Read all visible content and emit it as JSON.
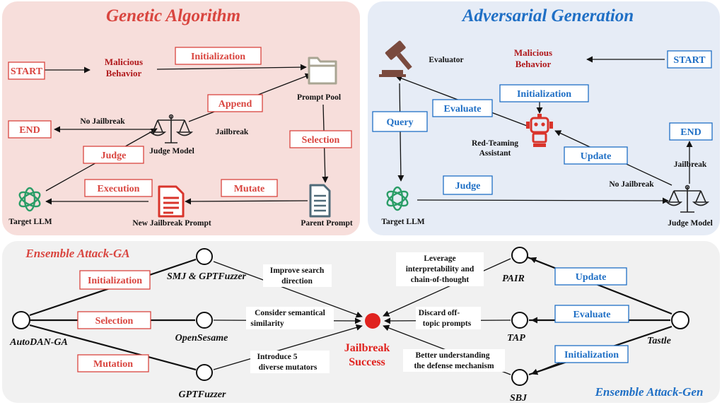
{
  "colors": {
    "ga_panel": "#f7dedb",
    "gen_panel": "#e6ecf6",
    "ensemble_panel": "#f1f1f1",
    "red": "#d9453f",
    "dark_red": "#b0181b",
    "blue": "#1f6fc5",
    "success_dot": "#e0231f",
    "white_box": "#ffffff"
  },
  "ga_panel": {
    "title": "Genetic Algorithm",
    "start": "START",
    "end": "END",
    "malicious_line1": "Malicious",
    "malicious_line2": "Behavior",
    "initialization": "Initialization",
    "append": "Append",
    "selection": "Selection",
    "judge": "Judge",
    "execution": "Execution",
    "mutate": "Mutate",
    "prompt_pool": "Prompt Pool",
    "no_jailbreak": "No Jailbreak",
    "jailbreak": "Jailbreak",
    "judge_model": "Judge Model",
    "target_llm": "Target LLM",
    "new_jailbreak_prompt": "New Jailbreak Prompt",
    "parent_prompt": "Parent Prompt",
    "icons": [
      "folder-icon",
      "scales-icon",
      "openai-icon",
      "document-icon"
    ]
  },
  "gen_panel": {
    "title": "Adversarial Generation",
    "evaluator": "Evaluator",
    "malicious_line1": "Malicious",
    "malicious_line2": "Behavior",
    "start": "START",
    "initialization": "Initialization",
    "evaluate": "Evaluate",
    "query": "Query",
    "red_team_line1": "Red-Teaming",
    "red_team_line2": "Assistant",
    "update": "Update",
    "end": "END",
    "jailbreak": "Jailbreak",
    "judge": "Judge",
    "no_jailbreak": "No Jailbreak",
    "target_llm": "Target LLM",
    "judge_model": "Judge Model",
    "icons": [
      "gavel-icon",
      "robot-icon",
      "openai-icon",
      "scales-icon"
    ]
  },
  "ensemble": {
    "title_ga": "Ensemble Attack-GA",
    "title_gen": "Ensemble Attack-Gen",
    "autodan": "AutoDAN-GA",
    "smj": "SMJ & GPTFuzzer",
    "opensesame": "OpenSesame",
    "gptfuzzer": "GPTFuzzer",
    "tastle": "Tastle",
    "pair": "PAIR",
    "tap": "TAP",
    "sbj": "SBJ",
    "box_init_ga": "Initialization",
    "box_sel_ga": "Selection",
    "box_mut_ga": "Mutation",
    "box_update": "Update",
    "box_evaluate": "Evaluate",
    "box_init_gen": "Initialization",
    "success_line1": "Jailbreak",
    "success_line2": "Success",
    "lbl1_line1": "Improve search",
    "lbl1_line2": "direction",
    "lbl2_line1": "Consider semantical",
    "lbl2_line2": "similarity",
    "lbl3_line1": "Introduce 5",
    "lbl3_line2": "diverse mutators",
    "lbl4_line1": "Leverage",
    "lbl4_line2": "interpretability and",
    "lbl4_line3": "chain-of-thought",
    "lbl5_line1": "Discard off-",
    "lbl5_line2": "topic prompts",
    "lbl6_line1": "Better understanding",
    "lbl6_line2": "the defense mechanism"
  }
}
